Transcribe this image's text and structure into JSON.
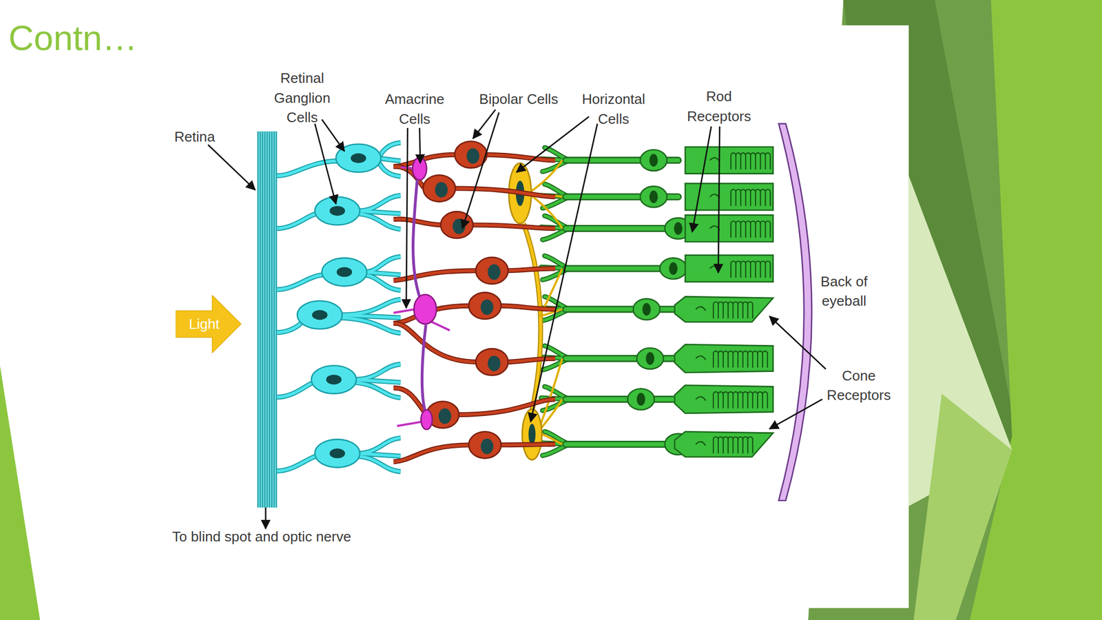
{
  "diagram": {
    "title": "Contn…",
    "nodes": [
      {
        "text": [
          "Light"
        ]
      }
    ],
    "labels": [
      "Retinal Ganglion Cells",
      "Amacrine Cells",
      "Bipolar Cells",
      "Horizontal Cells",
      "Rod Receptors",
      "Retina",
      "Back of eyeball",
      "Cone Receptors",
      "To blind spot and optic nerve"
    ]
  }
}
